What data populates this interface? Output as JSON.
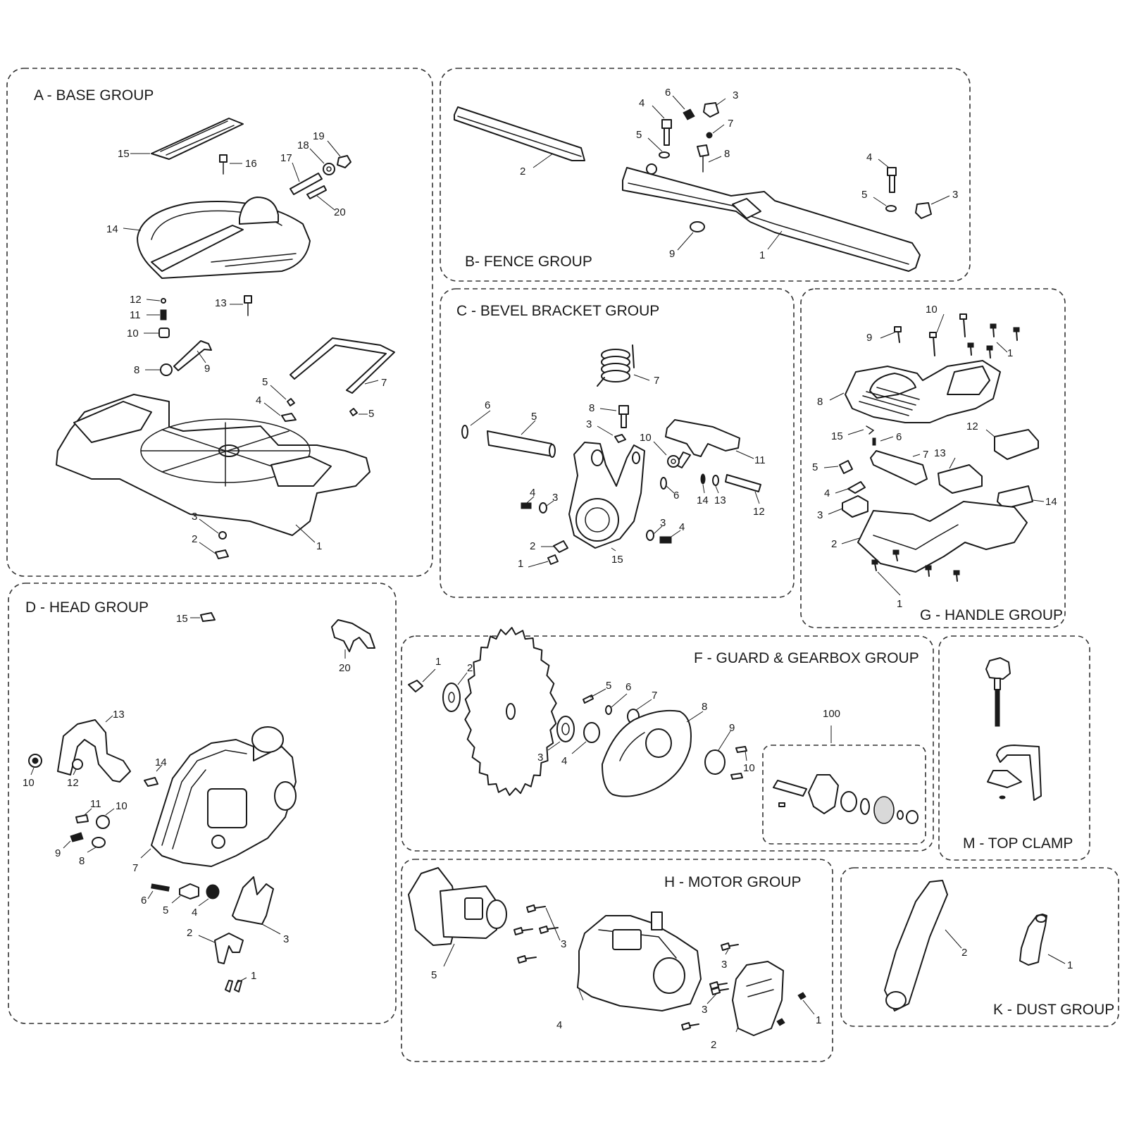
{
  "groups": {
    "a": {
      "title": "A - BASE GROUP",
      "labels": {
        "l1": "1",
        "l2": "2",
        "l3": "3",
        "l4": "4",
        "l5a": "5",
        "l5b": "5",
        "l7": "7",
        "l8": "8",
        "l9": "9",
        "l10": "10",
        "l11": "11",
        "l12": "12",
        "l13": "13",
        "l14": "14",
        "l15": "15",
        "l16": "16",
        "l17": "17",
        "l18": "18",
        "l19": "19",
        "l20": "20"
      }
    },
    "b": {
      "title": "B- FENCE GROUP",
      "labels": {
        "l1": "1",
        "l2": "2",
        "l3a": "3",
        "l3b": "3",
        "l4a": "4",
        "l4b": "4",
        "l5a": "5",
        "l5b": "5",
        "l6": "6",
        "l7": "7",
        "l8": "8",
        "l9": "9"
      }
    },
    "c": {
      "title": "C - BEVEL BRACKET GROUP",
      "labels": {
        "l1": "1",
        "l2": "2",
        "l3a": "3",
        "l3b": "3",
        "l3c": "3",
        "l4a": "4",
        "l4b": "4",
        "l5": "5",
        "l6a": "6",
        "l6b": "6",
        "l7": "7",
        "l8": "8",
        "l10": "10",
        "l11": "11",
        "l12": "12",
        "l13": "13",
        "l14": "14",
        "l15": "15"
      }
    },
    "d": {
      "title": "D - HEAD GROUP",
      "labels": {
        "l1": "1",
        "l2": "2",
        "l3": "3",
        "l4": "4",
        "l5": "5",
        "l6": "6",
        "l7": "7",
        "l8": "8",
        "l9": "9",
        "l10a": "10",
        "l10b": "10",
        "l11": "11",
        "l12": "12",
        "l13": "13",
        "l14": "14",
        "l15": "15",
        "l20": "20"
      }
    },
    "f": {
      "title": "F - GUARD & GEARBOX GROUP",
      "labels": {
        "l1": "1",
        "l2": "2",
        "l3": "3",
        "l4": "4",
        "l5": "5",
        "l6": "6",
        "l7": "7",
        "l8": "8",
        "l9": "9",
        "l10": "10",
        "l100": "100"
      }
    },
    "g": {
      "title": "G - HANDLE GROUP",
      "labels": {
        "l1a": "1",
        "l1b": "1",
        "l2": "2",
        "l3": "3",
        "l4": "4",
        "l5": "5",
        "l6": "6",
        "l7": "7",
        "l8": "8",
        "l9": "9",
        "l10": "10",
        "l12": "12",
        "l13": "13",
        "l14": "14",
        "l15": "15"
      }
    },
    "h": {
      "title": "H - MOTOR GROUP",
      "labels": {
        "l1": "1",
        "l2": "2",
        "l3a": "3",
        "l3b": "3",
        "l3c": "3",
        "l4": "4",
        "l5": "5"
      }
    },
    "k": {
      "title": "K - DUST GROUP",
      "labels": {
        "l1": "1",
        "l2": "2"
      }
    },
    "m": {
      "title": "M - TOP CLAMP"
    }
  }
}
